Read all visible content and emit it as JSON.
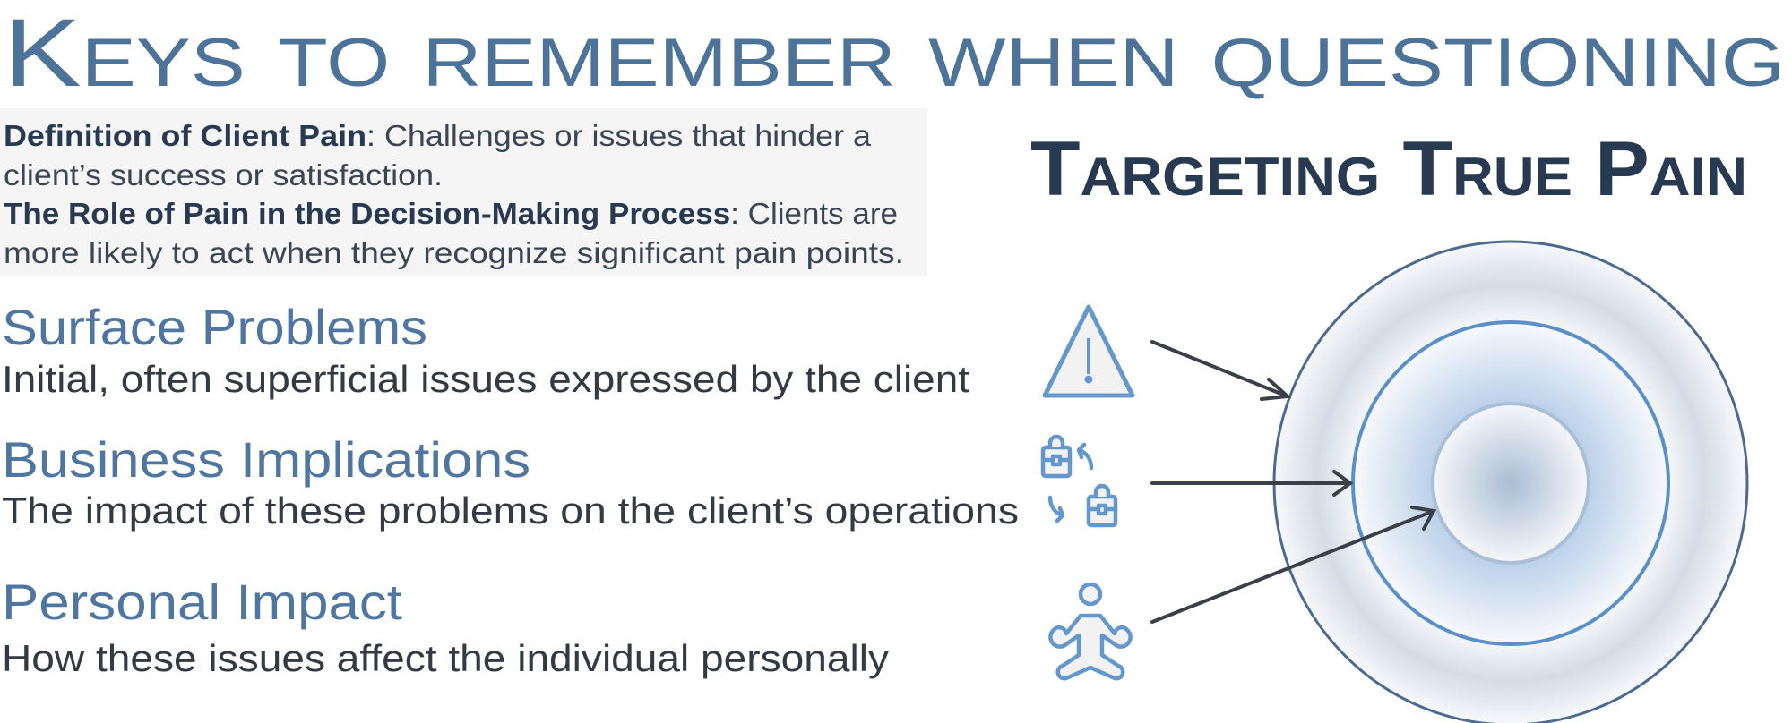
{
  "title": "Keys to remember when questioning",
  "definitions": [
    {
      "term": "Definition of Client Pain",
      "sep": ": ",
      "line1": "Challenges or issues that hinder a",
      "line2": "client’s success or satisfaction."
    },
    {
      "term": "The Role of Pain in the Decision-Making Process",
      "sep": ": ",
      "line1": "Clients are",
      "line2": "more likely to act when they recognize significant pain points."
    }
  ],
  "levels": [
    {
      "heading": "Surface Problems",
      "description": "Initial, often superficial issues expressed by the client",
      "icon": "warning-triangle-icon"
    },
    {
      "heading": "Business Implications",
      "description": "The impact of these problems on the client’s operations",
      "icon": "briefcase-exchange-icon"
    },
    {
      "heading": "Personal Impact",
      "description": "How these issues affect the individual personally",
      "icon": "meditating-person-icon"
    }
  ],
  "target": {
    "title": "Targeting True Pain"
  },
  "colors": {
    "title": "#4d7399",
    "heading": "#4f76a0",
    "dark": "#283a52",
    "text": "#333a44",
    "icon": "#6497cc",
    "box": "#f5f5f5"
  }
}
